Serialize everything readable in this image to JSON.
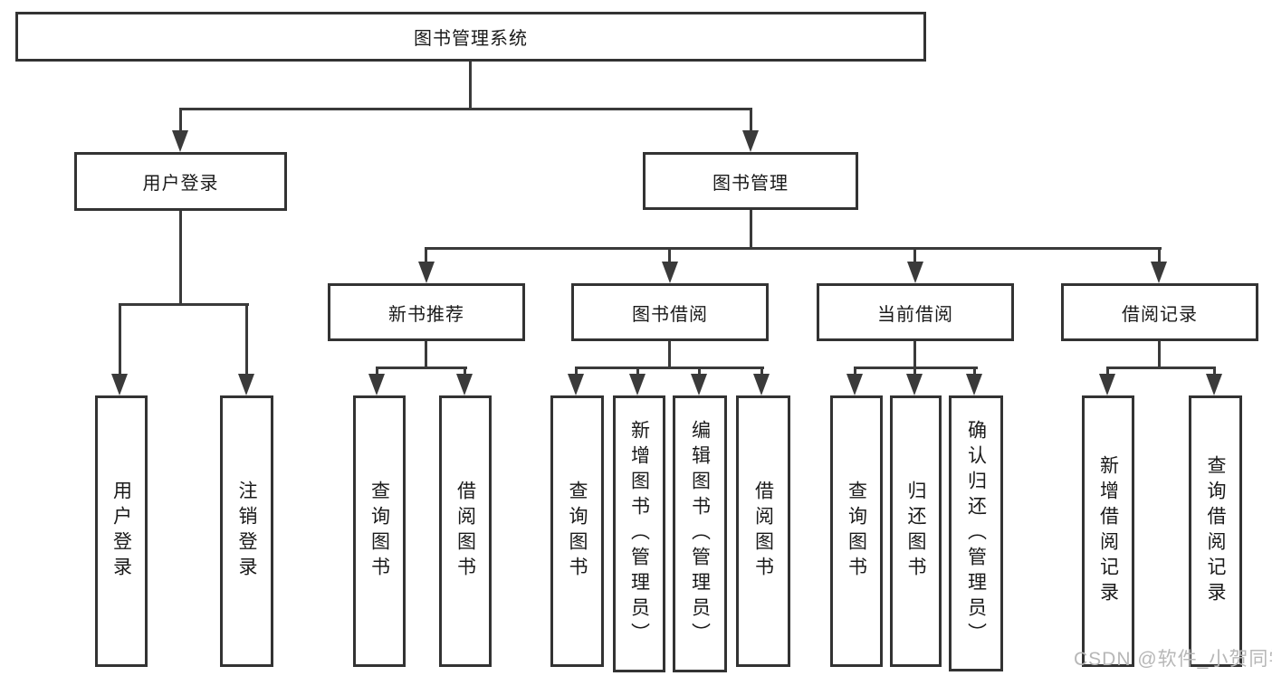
{
  "diagram": {
    "root": {
      "label": "图书管理系统"
    },
    "branches": [
      {
        "label": "用户登录",
        "children": [
          {
            "label": "用户登录"
          },
          {
            "label": "注销登录"
          }
        ]
      },
      {
        "label": "图书管理",
        "children": [
          {
            "label": "新书推荐",
            "children": [
              {
                "label": "查询图书"
              },
              {
                "label": "借阅图书"
              }
            ]
          },
          {
            "label": "图书借阅",
            "children": [
              {
                "label": "查询图书"
              },
              {
                "label": "新增图书（管理员）"
              },
              {
                "label": "编辑图书（管理员）"
              },
              {
                "label": "借阅图书"
              }
            ]
          },
          {
            "label": "当前借阅",
            "children": [
              {
                "label": "查询图书"
              },
              {
                "label": "归还图书"
              },
              {
                "label": "确认归还（管理员）"
              }
            ]
          },
          {
            "label": "借阅记录",
            "children": [
              {
                "label": "新增借阅记录"
              },
              {
                "label": "查询借阅记录"
              }
            ]
          }
        ]
      }
    ]
  },
  "watermark": {
    "text": "CSDN @软件_小贺同学"
  },
  "colors": {
    "line": "#3a3a3a",
    "border": "#333333",
    "text": "#1a1a1a",
    "background": "#ffffff",
    "watermark": "#b7b7b7"
  }
}
